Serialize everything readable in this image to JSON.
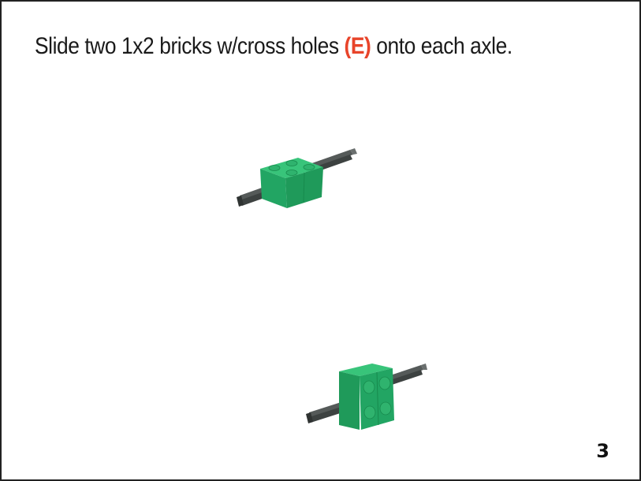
{
  "instruction": {
    "text_before": "Slide two 1x2 bricks w/cross holes ",
    "part_ref": "(E)",
    "text_after": " onto each axle."
  },
  "page_number": "3",
  "colors": {
    "part_ref": "#e8442a",
    "brick_green": "#22a563",
    "brick_green_light": "#38c47a",
    "brick_green_dark": "#178a4d",
    "axle_gray": "#4a4f4e"
  },
  "illustrations": [
    {
      "name": "axle-with-brick-top-view"
    },
    {
      "name": "axle-with-brick-front-view"
    }
  ]
}
